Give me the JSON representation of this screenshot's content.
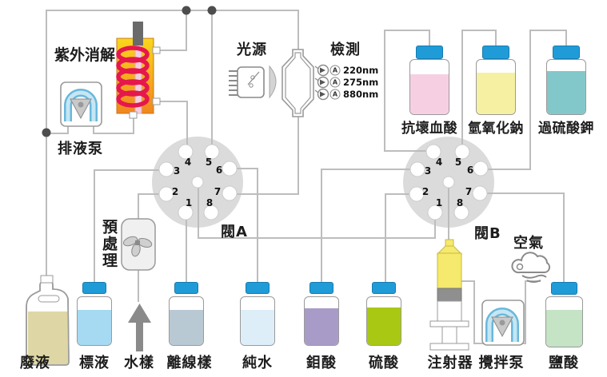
{
  "labels": {
    "uv_digester": "紫外消解",
    "drain_pump": "排液泵",
    "light_source": "光源",
    "detection": "檢測",
    "valve_a": "閥A",
    "valve_b": "閥B",
    "pretreatment": "預處理",
    "air": "空氣",
    "waste": "廢液",
    "sample": "水樣",
    "syringe": "注射器",
    "stir_pump": "攪拌泵"
  },
  "detection": {
    "channels": [
      {
        "wavelength": "220nm",
        "meter": "A"
      },
      {
        "wavelength": "275nm",
        "meter": "A"
      },
      {
        "wavelength": "880nm",
        "meter": "A"
      }
    ]
  },
  "valves": {
    "a": {
      "label": "閥A",
      "ports": [
        "1",
        "2",
        "3",
        "4",
        "5",
        "6",
        "7",
        "8"
      ]
    },
    "b": {
      "label": "閥B",
      "ports": [
        "1",
        "2",
        "3",
        "4",
        "5",
        "6",
        "7",
        "8"
      ]
    }
  },
  "reagents_top": [
    {
      "name": "抗壞血酸",
      "color": "#f6d0e2"
    },
    {
      "name": "氫氧化鈉",
      "color": "#f6f0a2"
    },
    {
      "name": "過硫酸鉀",
      "color": "#82c8ca"
    }
  ],
  "bottles_bottom": [
    {
      "name": "標液",
      "color": "#a6d9f2"
    },
    {
      "name": "離線樣",
      "color": "#b9c9d4"
    },
    {
      "name": "純水",
      "color": "#ddeef8"
    },
    {
      "name": "鉬酸",
      "color": "#a89bc8"
    },
    {
      "name": "硫酸",
      "color": "#a8c814"
    },
    {
      "name": "鹽酸",
      "color": "#c5e3c5"
    }
  ],
  "waste_can": {
    "name": "廢液",
    "color": "#ded7a5"
  },
  "colors": {
    "tube_line": "#bdbdbd",
    "junction_dot": "#4d4d4d",
    "valve_body": "#dbdbdb",
    "bottle_cap": "#1f9cd8",
    "coil_red": "#e5174d",
    "digester_top": "#f9d71c",
    "digester_bottom": "#f1861f",
    "syringe_yellow": "#f5e96e",
    "pump_tube_blue": "#69b8dc"
  }
}
